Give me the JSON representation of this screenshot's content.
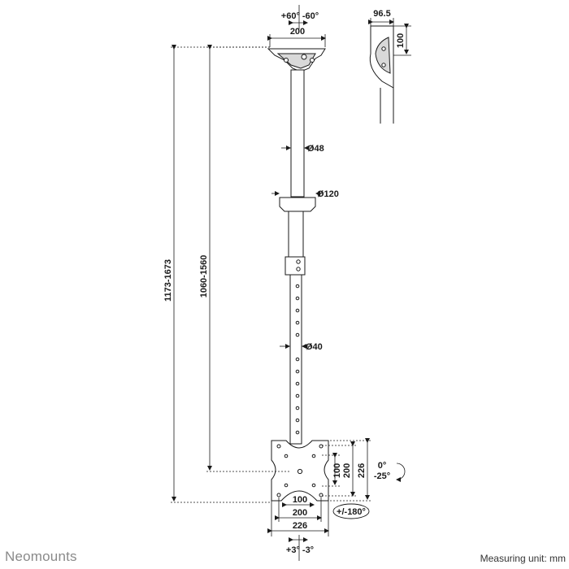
{
  "diagram": {
    "dims": {
      "top_swivel": "+60°  -60°",
      "top_width": "200",
      "side_depth": "96.5",
      "side_height": "100",
      "tube_upper": "Ø48",
      "collar": "Ø120",
      "tube_lower": "Ø40",
      "height_total": "1173-1673",
      "height_pole": "1060-1560",
      "vesa_h_inner": "100",
      "vesa_h_outer": "200",
      "plate_height": "226",
      "tilt": "0°\n-25°",
      "vesa_w_inner": "100",
      "vesa_w_outer": "200",
      "plate_width": "226",
      "rotate": "+/-180°",
      "bottom_swivel": "+3°  -3°"
    }
  },
  "footer": {
    "brand": "Neomounts",
    "unit": "Measuring unit: mm"
  }
}
